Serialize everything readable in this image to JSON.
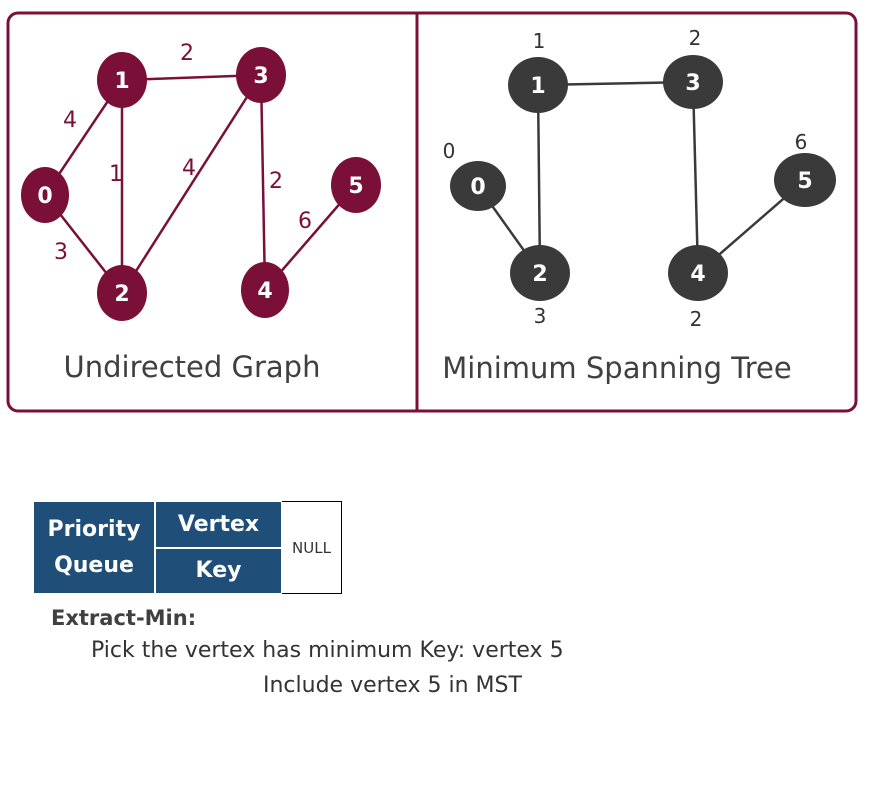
{
  "colors": {
    "graph_node": "#7a1038",
    "mst_node": "#3a3a3a",
    "frame": "#7a1038",
    "queue_fill": "#1f4e79"
  },
  "graph": {
    "caption": "Undirected Graph",
    "nodes": [
      "0",
      "1",
      "2",
      "3",
      "4",
      "5"
    ],
    "edges": [
      {
        "from": "0",
        "to": "1",
        "weight": "4"
      },
      {
        "from": "0",
        "to": "2",
        "weight": "3"
      },
      {
        "from": "1",
        "to": "2",
        "weight": "1"
      },
      {
        "from": "1",
        "to": "3",
        "weight": "2"
      },
      {
        "from": "2",
        "to": "3",
        "weight": "4"
      },
      {
        "from": "3",
        "to": "4",
        "weight": "2"
      },
      {
        "from": "4",
        "to": "5",
        "weight": "6"
      }
    ]
  },
  "mst": {
    "caption": "Minimum Spanning Tree",
    "nodes": [
      {
        "id": "0",
        "key": "0"
      },
      {
        "id": "1",
        "key": "1"
      },
      {
        "id": "2",
        "key": "3"
      },
      {
        "id": "3",
        "key": "2"
      },
      {
        "id": "4",
        "key": "2"
      },
      {
        "id": "5",
        "key": "6"
      }
    ],
    "edges": [
      {
        "from": "0",
        "to": "2"
      },
      {
        "from": "1",
        "to": "2"
      },
      {
        "from": "1",
        "to": "3"
      },
      {
        "from": "3",
        "to": "4"
      },
      {
        "from": "4",
        "to": "5"
      }
    ]
  },
  "queue": {
    "title_line1": "Priority",
    "title_line2": "Queue",
    "vertex_label": "Vertex",
    "key_label": "Key",
    "null_label": "NULL"
  },
  "step": {
    "title": "Extract-Min:",
    "line1": "Pick the vertex has minimum Key: vertex 5",
    "line2": "Include vertex 5  in MST"
  }
}
